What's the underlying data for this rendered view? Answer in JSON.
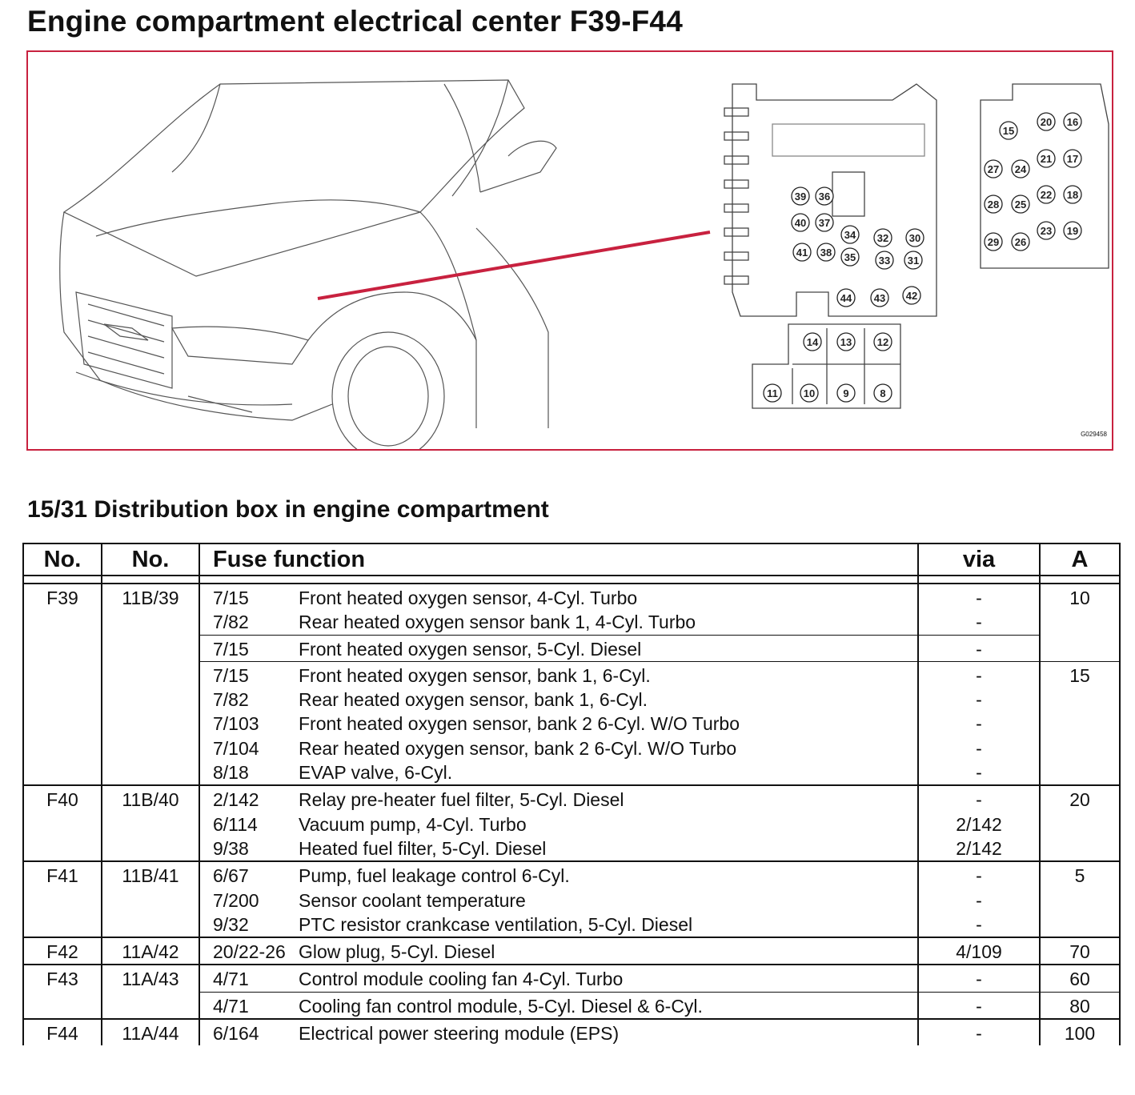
{
  "title": "Engine compartment electrical center F39-F44",
  "figure_id": "G029458",
  "subtitle": "15/31 Distribution box in engine compartment",
  "fuse_labels": {
    "main_box": [
      "39",
      "36",
      "40",
      "37",
      "41",
      "38",
      "34",
      "35",
      "32",
      "30",
      "33",
      "31",
      "44",
      "43",
      "42"
    ],
    "right_box": [
      "15",
      "20",
      "16",
      "27",
      "24",
      "21",
      "17",
      "28",
      "25",
      "22",
      "18",
      "29",
      "26",
      "23",
      "19"
    ],
    "lower_box": [
      "14",
      "13",
      "12",
      "11",
      "10",
      "9",
      "8"
    ]
  },
  "colors": {
    "accent": "#c8213f"
  },
  "table": {
    "headers": {
      "no1": "No.",
      "no2": "No.",
      "function": "Fuse function",
      "via": "via",
      "amp": "A"
    },
    "groups": [
      {
        "fuse": "F39",
        "ref": "11B/39",
        "subgroups": [
          {
            "amp": "10",
            "rows": [
              {
                "code": "7/15",
                "desc": "Front heated oxygen sensor, 4-Cyl. Turbo",
                "via": "-"
              },
              {
                "code": "7/82",
                "desc": "Rear heated oxygen sensor bank 1, 4-Cyl. Turbo",
                "via": "-"
              }
            ]
          },
          {
            "amp": "",
            "rows": [
              {
                "code": "7/15",
                "desc": "Front heated oxygen sensor, 5-Cyl. Diesel",
                "via": "-"
              }
            ]
          },
          {
            "amp": "15",
            "rows": [
              {
                "code": "7/15",
                "desc": "Front heated oxygen sensor, bank 1, 6-Cyl.",
                "via": "-"
              },
              {
                "code": "7/82",
                "desc": "Rear heated oxygen sensor, bank 1, 6-Cyl.",
                "via": "-"
              },
              {
                "code": "7/103",
                "desc": "Front heated oxygen sensor, bank 2 6-Cyl. W/O Turbo",
                "via": "-"
              },
              {
                "code": "7/104",
                "desc": "Rear heated oxygen sensor, bank 2 6-Cyl. W/O Turbo",
                "via": "-"
              },
              {
                "code": "8/18",
                "desc": "EVAP valve, 6-Cyl.",
                "via": "-"
              }
            ]
          }
        ]
      },
      {
        "fuse": "F40",
        "ref": "11B/40",
        "subgroups": [
          {
            "amp": "20",
            "rows": [
              {
                "code": "2/142",
                "desc": "Relay pre-heater fuel filter, 5-Cyl. Diesel",
                "via": "-"
              },
              {
                "code": "6/114",
                "desc": "Vacuum pump, 4-Cyl. Turbo",
                "via": "2/142"
              },
              {
                "code": "9/38",
                "desc": "Heated fuel filter, 5-Cyl. Diesel",
                "via": "2/142"
              }
            ]
          }
        ]
      },
      {
        "fuse": "F41",
        "ref": "11B/41",
        "subgroups": [
          {
            "amp": "5",
            "rows": [
              {
                "code": "6/67",
                "desc": "Pump, fuel leakage control 6-Cyl.",
                "via": "-"
              },
              {
                "code": "7/200",
                "desc": "Sensor coolant temperature",
                "via": "-"
              },
              {
                "code": "9/32",
                "desc": "PTC resistor crankcase ventilation, 5-Cyl. Diesel",
                "via": "-"
              }
            ]
          }
        ]
      },
      {
        "fuse": "F42",
        "ref": "11A/42",
        "subgroups": [
          {
            "amp": "70",
            "rows": [
              {
                "code": "20/22-26",
                "desc": "Glow plug, 5-Cyl. Diesel",
                "via": "4/109"
              }
            ]
          }
        ]
      },
      {
        "fuse": "F43",
        "ref": "11A/43",
        "subgroups": [
          {
            "amp": "60",
            "rows": [
              {
                "code": "4/71",
                "desc": "Control module cooling fan 4-Cyl. Turbo",
                "via": "-"
              }
            ]
          },
          {
            "amp": "80",
            "rows": [
              {
                "code": "4/71",
                "desc": "Cooling fan control module, 5-Cyl. Diesel & 6-Cyl.",
                "via": "-"
              }
            ]
          }
        ]
      },
      {
        "fuse": "F44",
        "ref": "11A/44",
        "subgroups": [
          {
            "amp": "100",
            "rows": [
              {
                "code": "6/164",
                "desc": "Electrical power steering module (EPS)",
                "via": "-"
              }
            ]
          }
        ]
      }
    ]
  }
}
